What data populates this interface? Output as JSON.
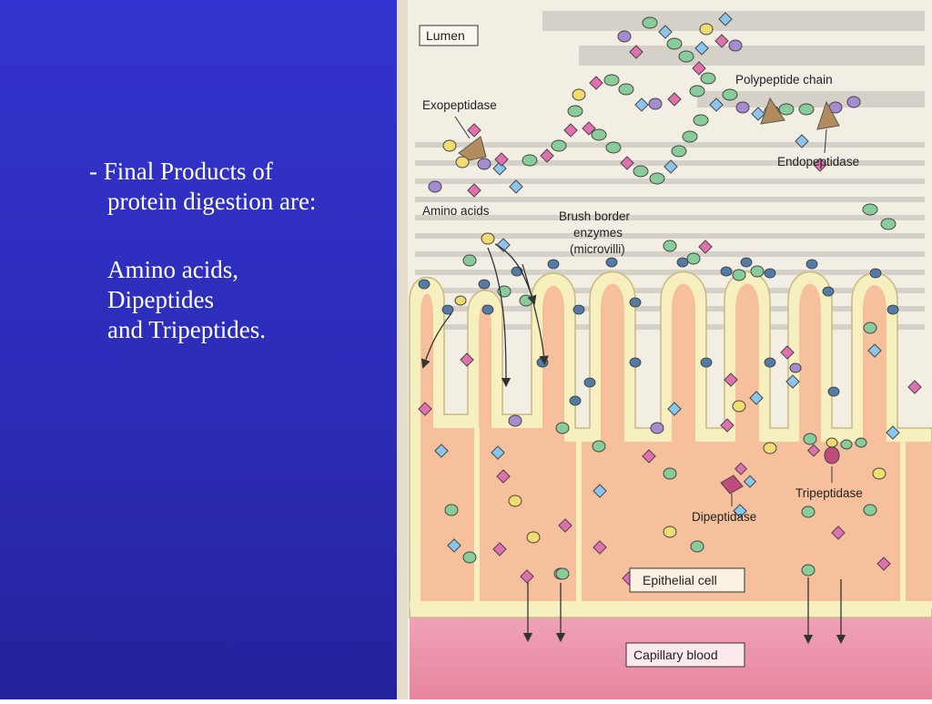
{
  "slide": {
    "bullet": "- Final Products of",
    "bullet_cont": "protein digestion are:",
    "products": [
      "Amino acids,",
      "Dipeptides",
      "and Tripeptides."
    ]
  },
  "figure": {
    "labels": {
      "lumen": "Lumen",
      "polypeptide_chain": "Polypeptide chain",
      "exopeptidase": "Exopeptidase",
      "endopeptidase": "Endopeptidase",
      "amino_acids": "Amino acids",
      "brush_border": "Brush border",
      "enzymes": "enzymes",
      "microvilli": "(microvilli)",
      "tripeptidase": "Tripeptidase",
      "dipeptidase": "Dipeptidase",
      "epithelial_cell": "Epithelial cell",
      "capillary_blood": "Capillary blood"
    },
    "colors": {
      "paper": "#f2eee4",
      "cell": "#f6c09c",
      "villus_border": "#f6efbf",
      "blood": "#ef9fb4",
      "green_bead": "#88cc99",
      "yellow_bead": "#f1dc72",
      "purple_bead": "#a48ccf",
      "pink_diamond": "#e170b0",
      "blue_diamond": "#8cc6ec",
      "enzyme_tan": "#b38c5e",
      "enzyme_blue": "#547ba6"
    }
  }
}
